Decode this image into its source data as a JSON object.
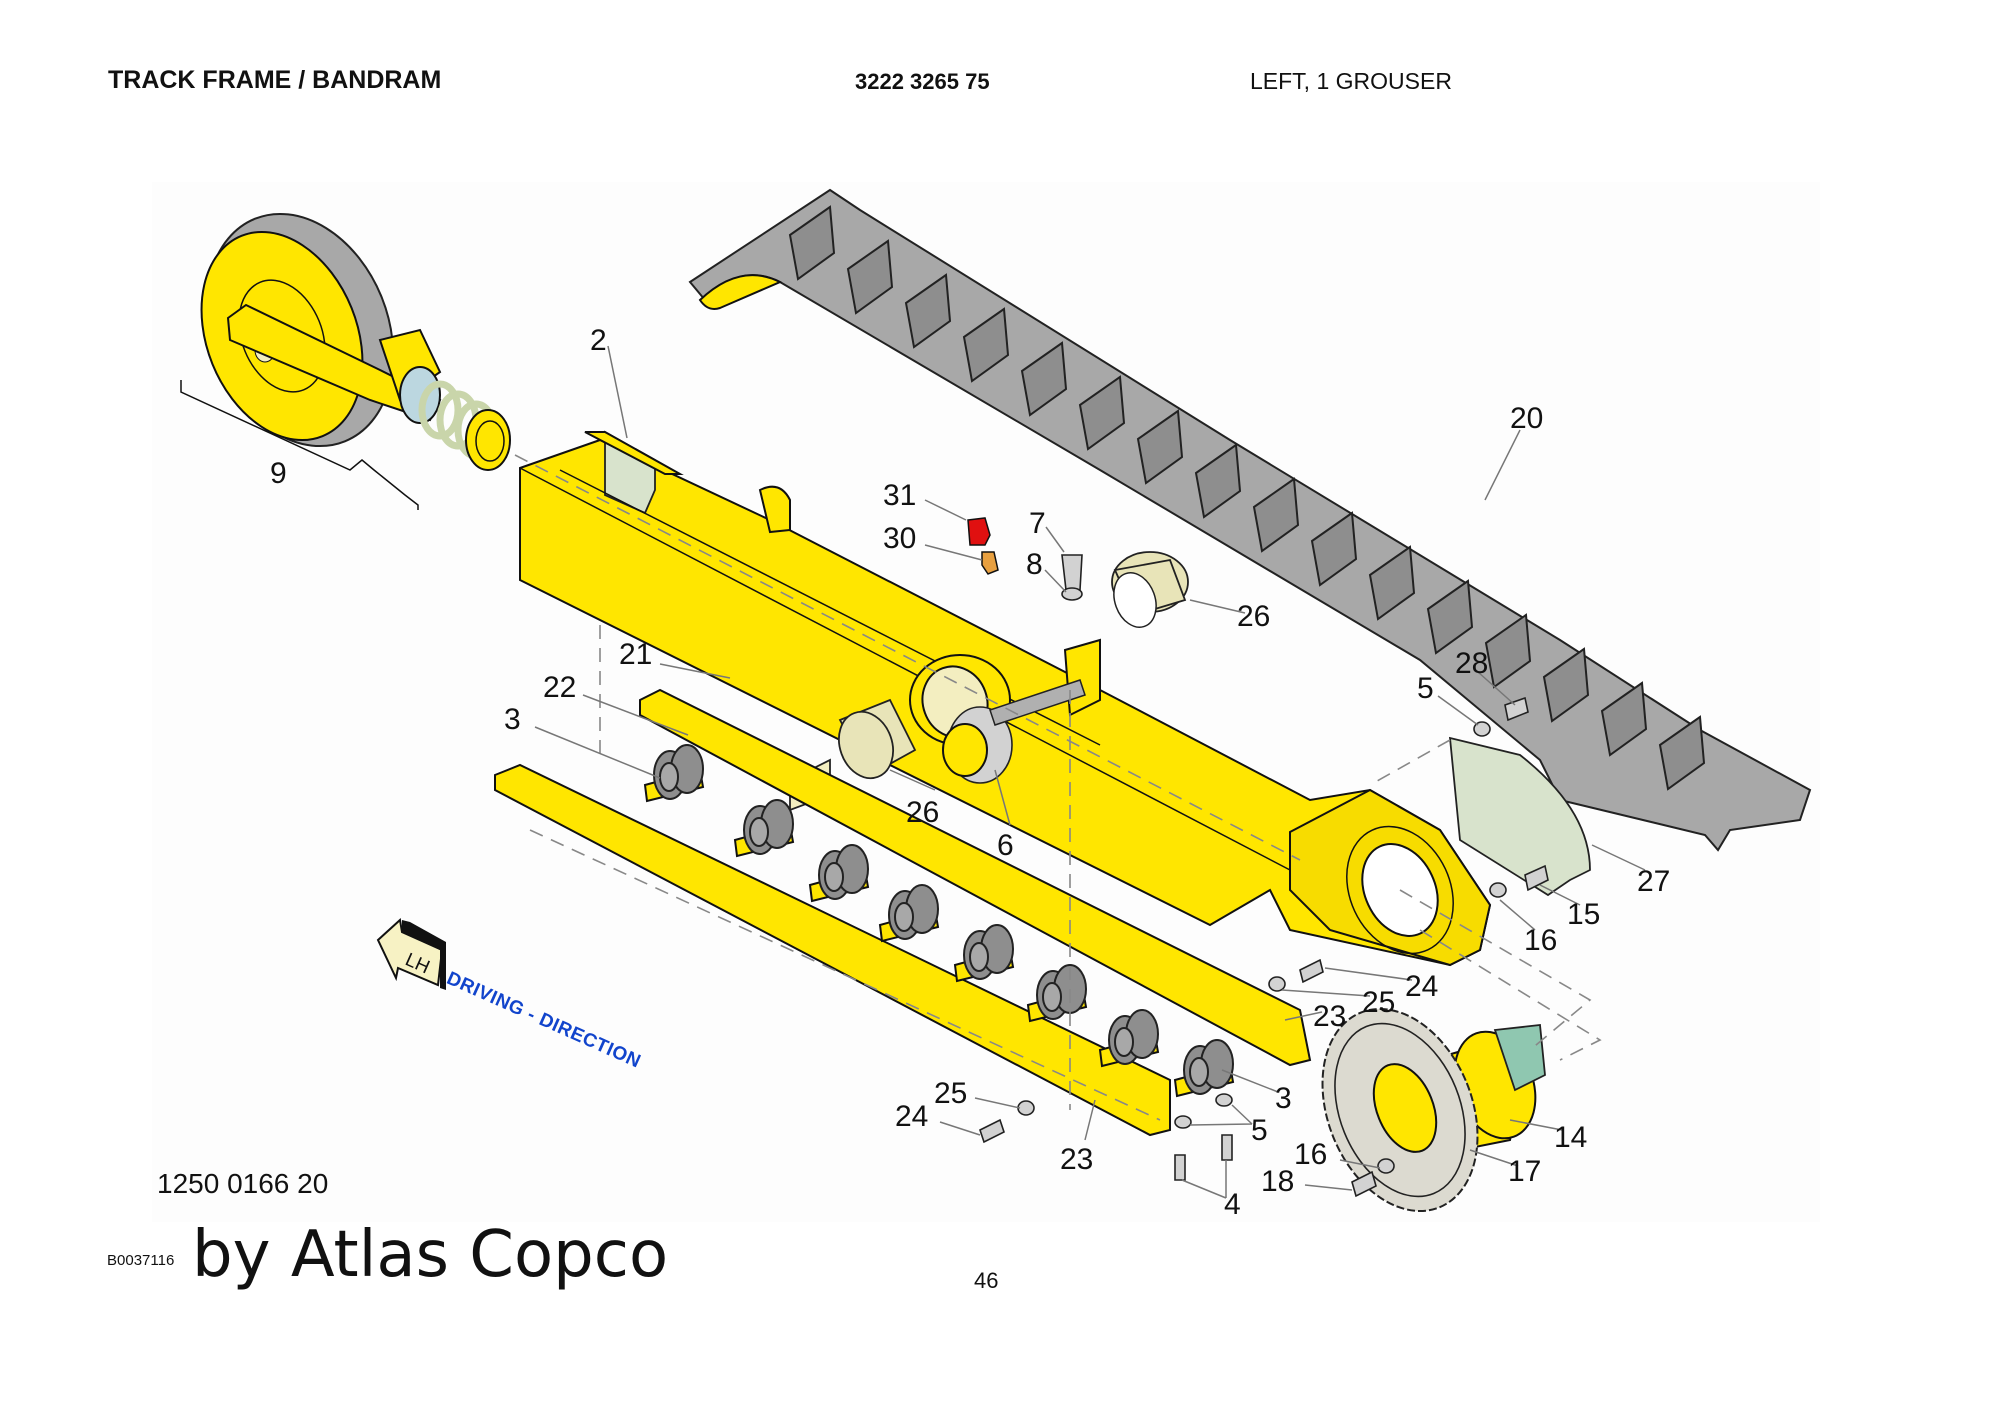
{
  "header": {
    "title": "TRACK FRAME / BANDRAM",
    "part_number": "3222 3265 75",
    "variant": "LEFT, 1 GROUSER"
  },
  "diagram": {
    "direction_arrow": {
      "label": "LH",
      "text": "DRIVING - DIRECTION",
      "text_color": "#1144cc"
    },
    "colors": {
      "frame": "#ffe600",
      "track": "#a8a8a8",
      "cover": "#d8e3cc",
      "bushing": "#e8e4b8",
      "motor": "#8fc7b0",
      "grease_cap": "#e01010"
    },
    "callouts": [
      {
        "id": "c2",
        "label": "2"
      },
      {
        "id": "c9",
        "label": "9"
      },
      {
        "id": "c20",
        "label": "20"
      },
      {
        "id": "c31",
        "label": "31"
      },
      {
        "id": "c30",
        "label": "30"
      },
      {
        "id": "c7",
        "label": "7"
      },
      {
        "id": "c8",
        "label": "8"
      },
      {
        "id": "c26a",
        "label": "26"
      },
      {
        "id": "c21",
        "label": "21"
      },
      {
        "id": "c22",
        "label": "22"
      },
      {
        "id": "c3a",
        "label": "3"
      },
      {
        "id": "c26b",
        "label": "26"
      },
      {
        "id": "c6",
        "label": "6"
      },
      {
        "id": "c28",
        "label": "28"
      },
      {
        "id": "c5a",
        "label": "5"
      },
      {
        "id": "c27",
        "label": "27"
      },
      {
        "id": "c15",
        "label": "15"
      },
      {
        "id": "c16a",
        "label": "16"
      },
      {
        "id": "c24a",
        "label": "24"
      },
      {
        "id": "c25a",
        "label": "25"
      },
      {
        "id": "c23a",
        "label": "23"
      },
      {
        "id": "c3b",
        "label": "3"
      },
      {
        "id": "c5b",
        "label": "5"
      },
      {
        "id": "c14",
        "label": "14"
      },
      {
        "id": "c17",
        "label": "17"
      },
      {
        "id": "c16b",
        "label": "16"
      },
      {
        "id": "c18",
        "label": "18"
      },
      {
        "id": "c4",
        "label": "4"
      },
      {
        "id": "c25b",
        "label": "25"
      },
      {
        "id": "c24b",
        "label": "24"
      },
      {
        "id": "c23b",
        "label": "23"
      }
    ]
  },
  "footer": {
    "document_number": "1250 0166 20",
    "image_code": "B0037116",
    "brand": "by Atlas Copco",
    "page": "46"
  }
}
